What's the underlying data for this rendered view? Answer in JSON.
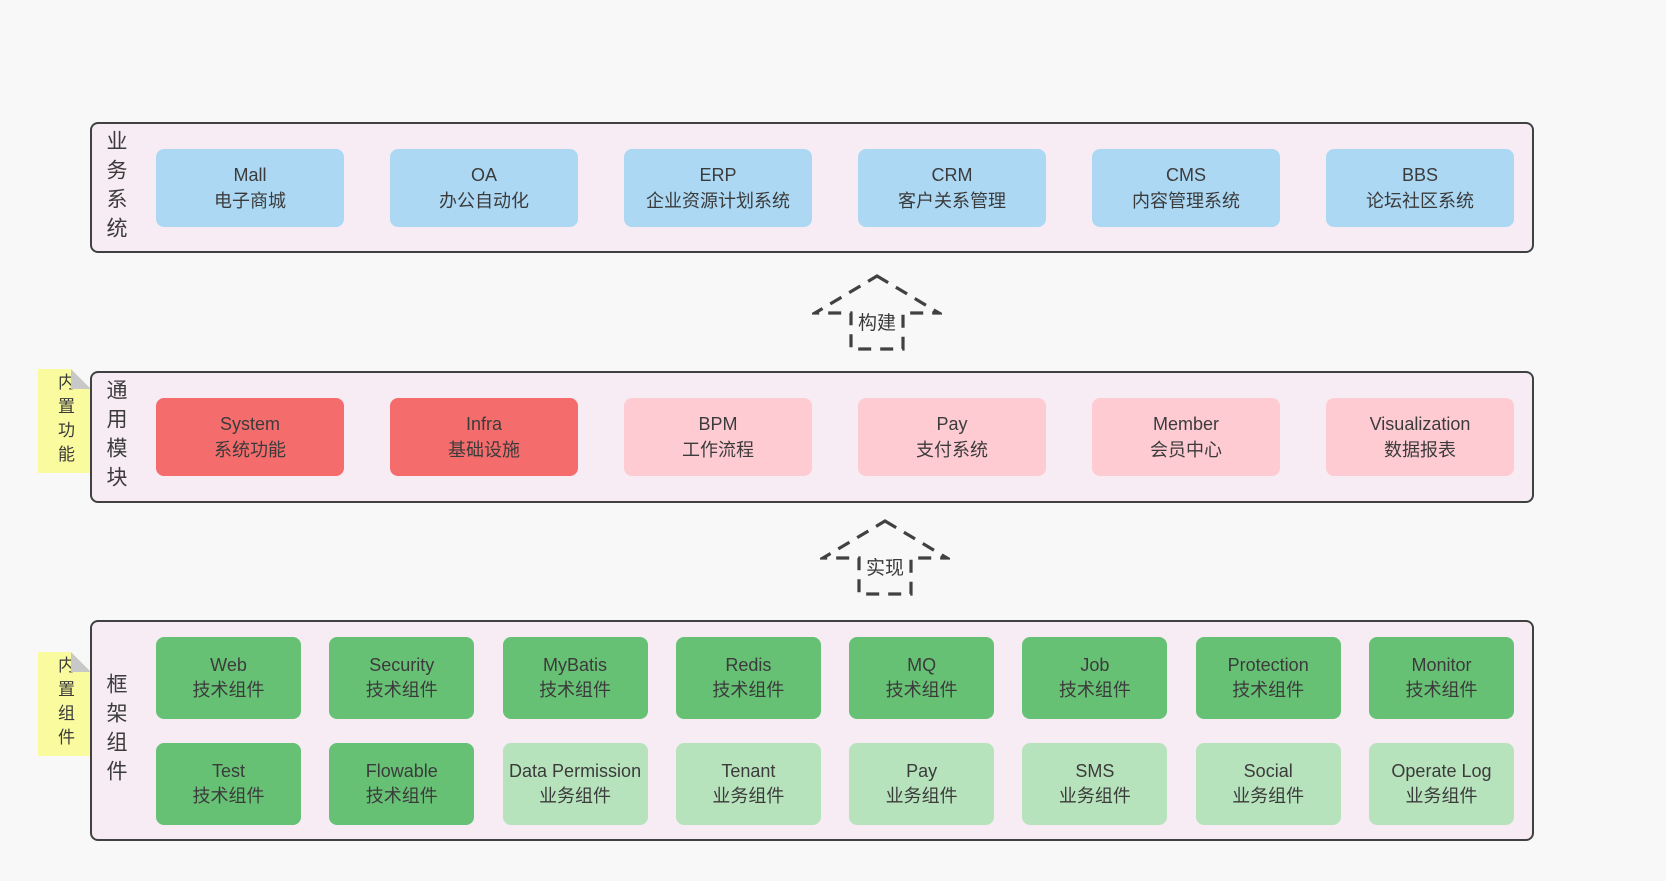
{
  "colors": {
    "page_bg": "#f8f8f8",
    "panel_bg": "#f7ecf4",
    "border": "#414141",
    "text": "#3b3b3b",
    "blue": "#acd8f4",
    "red": "#f56c6c",
    "pink": "#ffcbd3",
    "green": "#67c175",
    "light_green": "#b7e3bc",
    "yellow": "#fafa9f",
    "note_fold": "#c8c8c8"
  },
  "sections": [
    {
      "label": "业务系统",
      "boxes": [
        {
          "name": "Mall",
          "desc": "电子商城"
        },
        {
          "name": "OA",
          "desc": "办公自动化"
        },
        {
          "name": "ERP",
          "desc": "企业资源计划系统"
        },
        {
          "name": "CRM",
          "desc": "客户关系管理"
        },
        {
          "name": "CMS",
          "desc": "内容管理系统"
        },
        {
          "name": "BBS",
          "desc": "论坛社区系统"
        }
      ]
    },
    {
      "label": "通用模块",
      "boxes": [
        {
          "name": "System",
          "desc": "系统功能"
        },
        {
          "name": "Infra",
          "desc": "基础设施"
        },
        {
          "name": "BPM",
          "desc": "工作流程"
        },
        {
          "name": "Pay",
          "desc": "支付系统"
        },
        {
          "name": "Member",
          "desc": "会员中心"
        },
        {
          "name": "Visualization",
          "desc": "数据报表"
        }
      ]
    },
    {
      "label": "框架组件",
      "rows": [
        [
          {
            "name": "Web",
            "desc": "技术组件"
          },
          {
            "name": "Security",
            "desc": "技术组件"
          },
          {
            "name": "MyBatis",
            "desc": "技术组件"
          },
          {
            "name": "Redis",
            "desc": "技术组件"
          },
          {
            "name": "MQ",
            "desc": "技术组件"
          },
          {
            "name": "Job",
            "desc": "技术组件"
          },
          {
            "name": "Protection",
            "desc": "技术组件"
          },
          {
            "name": "Monitor",
            "desc": "技术组件"
          }
        ],
        [
          {
            "name": "Test",
            "desc": "技术组件"
          },
          {
            "name": "Flowable",
            "desc": "技术组件"
          },
          {
            "name": "Data Permission",
            "desc": "业务组件"
          },
          {
            "name": "Tenant",
            "desc": "业务组件"
          },
          {
            "name": "Pay",
            "desc": "业务组件"
          },
          {
            "name": "SMS",
            "desc": "业务组件"
          },
          {
            "name": "Social",
            "desc": "业务组件"
          },
          {
            "name": "Operate Log",
            "desc": "业务组件"
          }
        ]
      ]
    }
  ],
  "arrows": [
    {
      "label": "构建"
    },
    {
      "label": "实现"
    }
  ],
  "notes": [
    {
      "label": "内置功能"
    },
    {
      "label": "内置组件"
    }
  ]
}
